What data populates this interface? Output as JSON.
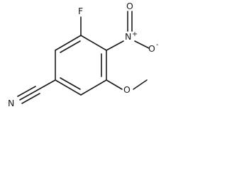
{
  "molecule": {
    "atoms": {
      "fluorine": "F",
      "nitro_nitrogen": "N",
      "nitro_charge": "+",
      "nitro_oxygen_double": "O",
      "nitro_oxygen_single": "O",
      "oxide_charge": "-",
      "methoxy_oxygen": "O",
      "nitrile_nitrogen": "N"
    }
  }
}
